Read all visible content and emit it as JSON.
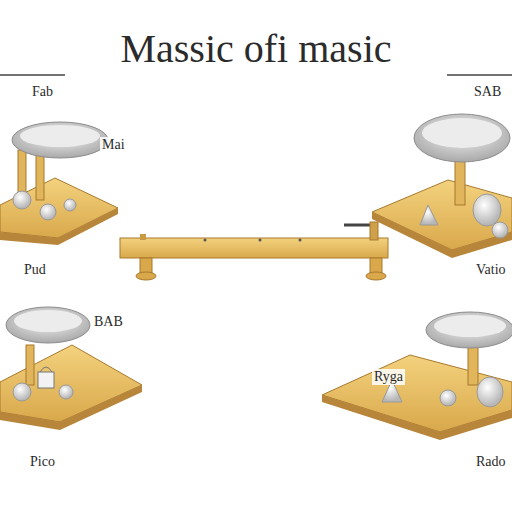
{
  "diagram": {
    "title": "Massic ofi masic",
    "labels": [
      "Fab",
      "SAB",
      "Mai",
      "Pud",
      "Vatio",
      "BAB",
      "Ryga",
      "Pico",
      "Rado"
    ]
  }
}
